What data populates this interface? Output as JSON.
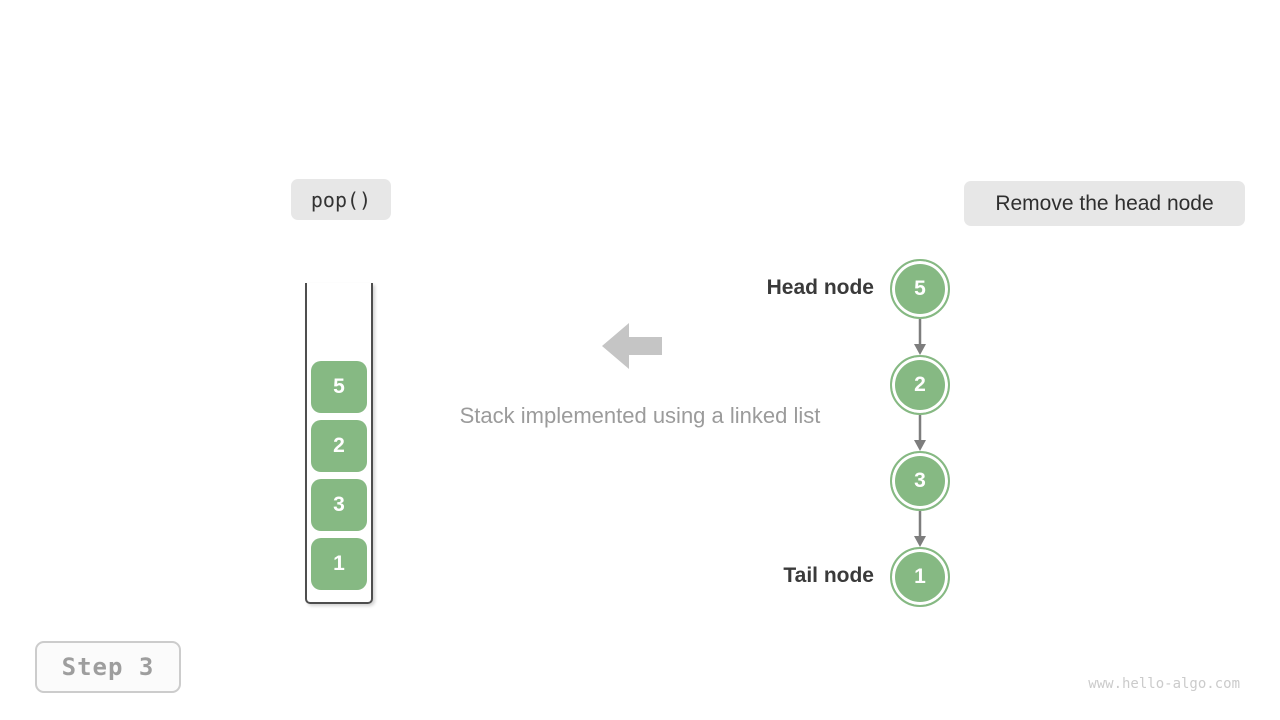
{
  "badges": {
    "operation": "pop()",
    "action": "Remove the head node",
    "step": "Step 3"
  },
  "caption": "Stack implemented using a linked list",
  "stack": {
    "items_top_to_bottom": [
      "5",
      "2",
      "3",
      "1"
    ]
  },
  "linked_list": {
    "head_label": "Head node",
    "tail_label": "Tail node",
    "nodes_head_to_tail": [
      "5",
      "2",
      "3",
      "1"
    ]
  },
  "watermark": "www.hello-algo.com",
  "colors": {
    "node_green": "#86b983",
    "badge_bg": "#e7e7e7",
    "container_border": "#4e4e4e",
    "big_arrow_gray": "#c5c5c5",
    "connector_gray": "#7d7d7d",
    "caption_text": "#9b9b9b",
    "label_text": "#3a3a3a",
    "step_text": "#9e9e9e",
    "watermark_text": "#cbcbcb"
  }
}
